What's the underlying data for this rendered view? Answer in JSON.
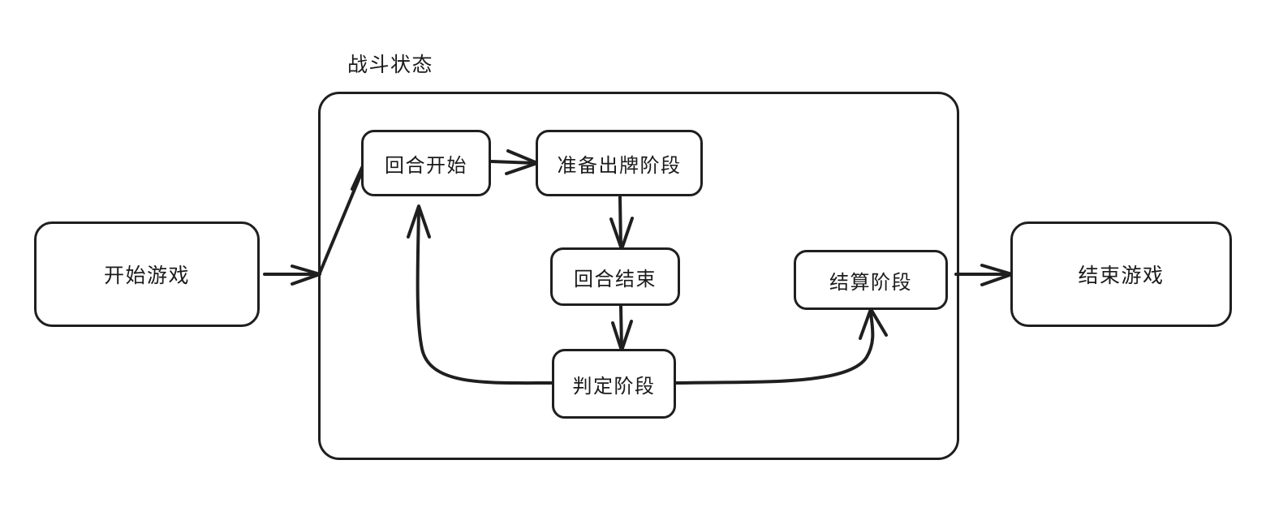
{
  "diagram": {
    "kind": "flowchart",
    "background_color": "#ffffff",
    "stroke_color": "#1f1f1f",
    "text_color": "#1b1b1b",
    "groups": [
      {
        "id": "battle-state",
        "title": "战斗状态"
      }
    ],
    "nodes": [
      {
        "id": "start",
        "label": "开始游戏"
      },
      {
        "id": "turnstart",
        "label": "回合开始"
      },
      {
        "id": "playprep",
        "label": "准备出牌阶段"
      },
      {
        "id": "turnend",
        "label": "回合结束"
      },
      {
        "id": "judge",
        "label": "判定阶段"
      },
      {
        "id": "settle",
        "label": "结算阶段"
      },
      {
        "id": "end",
        "label": "结束游戏"
      }
    ],
    "edges": [
      {
        "id": "e1",
        "from": "start",
        "to": "battle-state",
        "label": ""
      },
      {
        "id": "e2",
        "from": "battle-state",
        "to": "turnstart",
        "label": ""
      },
      {
        "id": "e3",
        "from": "turnstart",
        "to": "playprep",
        "label": ""
      },
      {
        "id": "e4",
        "from": "playprep",
        "to": "turnend",
        "label": ""
      },
      {
        "id": "e5",
        "from": "turnend",
        "to": "judge",
        "label": ""
      },
      {
        "id": "e6",
        "from": "judge",
        "to": "turnstart",
        "label": ""
      },
      {
        "id": "e7",
        "from": "judge",
        "to": "settle",
        "label": ""
      },
      {
        "id": "e8",
        "from": "settle",
        "to": "end",
        "label": ""
      }
    ]
  }
}
